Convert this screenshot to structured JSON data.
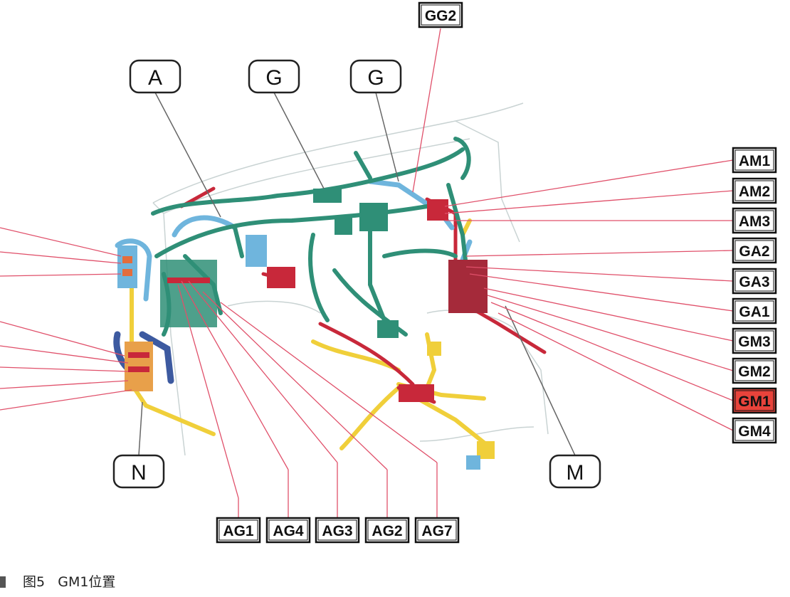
{
  "caption": {
    "figure_number": "图5",
    "title": "GM1位置"
  },
  "assembly_labels": {
    "a": "A",
    "g_left": "G",
    "g_right": "G",
    "n": "N",
    "m": "M"
  },
  "connector_labels": {
    "gg2": "GG2",
    "am1": "AM1",
    "am2": "AM2",
    "am3": "AM3",
    "ga2": "GA2",
    "ga3": "GA3",
    "ga1": "GA1",
    "gm3": "GM3",
    "gm2": "GM2",
    "gm1": "GM1",
    "gm4": "GM4",
    "ag1": "AG1",
    "ag4": "AG4",
    "ag3": "AG3",
    "ag2": "AG2",
    "ag7": "AG7"
  },
  "highlighted_connector": "GM1",
  "colors": {
    "highlight_fill": "#e8433b",
    "leader_line": "#e0506a",
    "harness_green": "#2f8f77",
    "harness_blue": "#6fb5dd",
    "harness_yellow": "#f0cf3a",
    "harness_red": "#c8283a",
    "harness_navy": "#3d5aa0",
    "body_outline": "#c9d3d3"
  }
}
